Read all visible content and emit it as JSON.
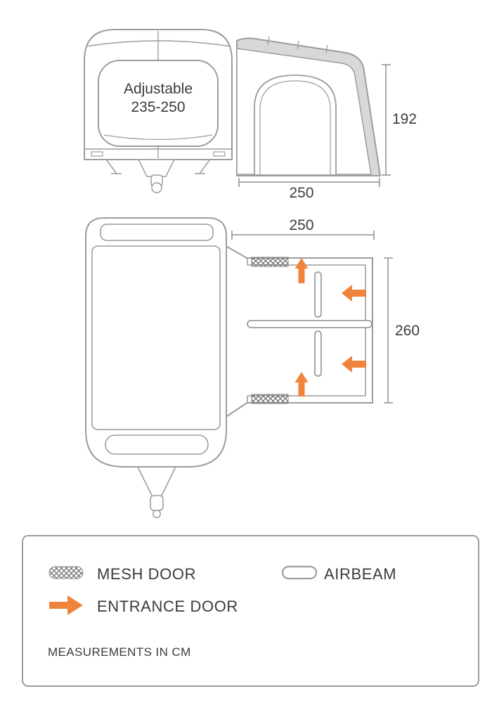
{
  "colors": {
    "line": "#9c9c9c",
    "dimline": "#8f8f8f",
    "text": "#3b3b3b",
    "orange": "#f0843c",
    "awningFill": "#d8d8d8",
    "meshEdge": "#8a8a8a",
    "mesh": "#707070"
  },
  "side_view": {
    "caravan_label_line1": "Adjustable",
    "caravan_label_line2": "235-250",
    "awning_height_cm": "192",
    "awning_width_cm": "250"
  },
  "plan_view": {
    "awning_width_cm": "250",
    "awning_depth_cm": "260"
  },
  "legend": {
    "mesh_door_label": "MESH DOOR",
    "airbeam_label": "AIRBEAM",
    "entrance_door_label": "ENTRANCE DOOR",
    "note": "MEASUREMENTS IN CM"
  }
}
